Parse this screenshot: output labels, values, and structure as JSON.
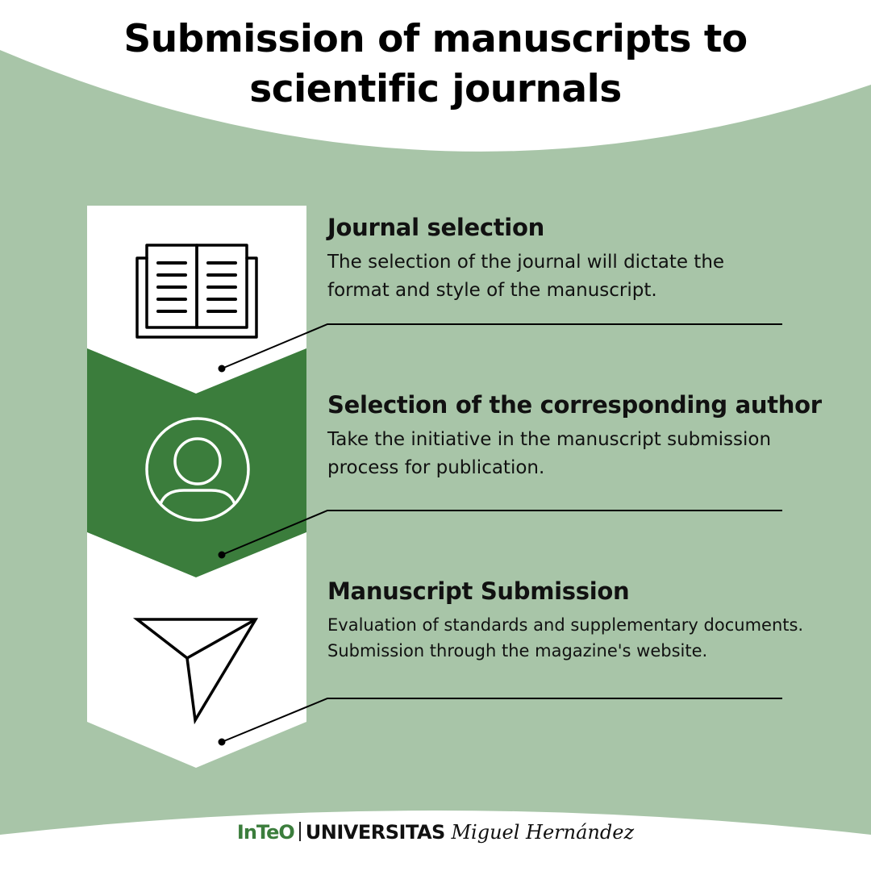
{
  "title": {
    "line1": "Submission of manuscripts to",
    "line2": "scientific journals"
  },
  "colors": {
    "background_green": "#a8c5a8",
    "banner_dark_green": "#3b7d3c",
    "white": "#ffffff",
    "text": "#111111"
  },
  "steps": [
    {
      "icon": "open-book-icon",
      "heading": "Journal selection",
      "text_line1": "The selection of the journal will dictate the",
      "text_line2": "format and style of the manuscript."
    },
    {
      "icon": "user-avatar-icon",
      "heading": "Selection of the corresponding author",
      "text_line1": "Take the initiative in the manuscript submission",
      "text_line2": "process for publication."
    },
    {
      "icon": "paper-plane-icon",
      "heading": "Manuscript Submission",
      "text_line1": "Evaluation of standards and supplementary documents.",
      "text_line2": "Submission through the magazine's website."
    }
  ],
  "footer": {
    "logo_inteo": "InTeO",
    "logo_universitas": "UNIVERSITAS",
    "logo_miguel_hernandez": "Miguel Hernández"
  }
}
